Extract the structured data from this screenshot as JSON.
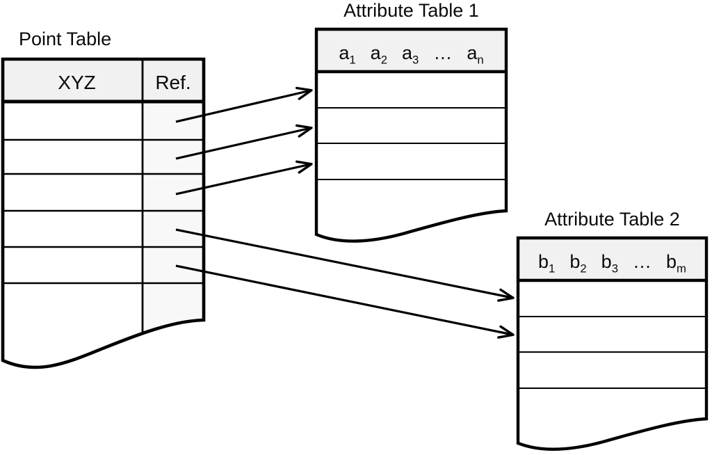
{
  "diagram": {
    "point_table": {
      "title": "Point Table",
      "columns": [
        {
          "base": "X",
          "sub": ""
        },
        {
          "base": "Y",
          "sub": ""
        },
        {
          "base": "Z",
          "sub": ""
        }
      ],
      "ref_column_header": "Ref.",
      "visible_body_rows": 6
    },
    "attribute_table_1": {
      "title": "Attribute Table 1",
      "columns": [
        {
          "base": "a",
          "sub": "1"
        },
        {
          "base": "a",
          "sub": "2"
        },
        {
          "base": "a",
          "sub": "3"
        },
        {
          "base": "…",
          "sub": ""
        },
        {
          "base": "a",
          "sub": "n"
        }
      ],
      "visible_body_rows": 4
    },
    "attribute_table_2": {
      "title": "Attribute Table 2",
      "columns": [
        {
          "base": "b",
          "sub": "1"
        },
        {
          "base": "b",
          "sub": "2"
        },
        {
          "base": "b",
          "sub": "3"
        },
        {
          "base": "…",
          "sub": ""
        },
        {
          "base": "b",
          "sub": "m"
        }
      ],
      "visible_body_rows": 4
    },
    "links": [
      {
        "from": "point_table.ref.row1",
        "to": "attribute_table_1.row1"
      },
      {
        "from": "point_table.ref.row2",
        "to": "attribute_table_1.row2"
      },
      {
        "from": "point_table.ref.row3",
        "to": "attribute_table_1.row3"
      },
      {
        "from": "point_table.ref.row4",
        "to": "attribute_table_2.row1"
      },
      {
        "from": "point_table.ref.row5",
        "to": "attribute_table_2.row2"
      }
    ],
    "colors": {
      "stroke": "#000000",
      "header_fill": "#f1f1f1",
      "ref_column_fill": "#f8f8f8",
      "background": "#ffffff"
    }
  }
}
